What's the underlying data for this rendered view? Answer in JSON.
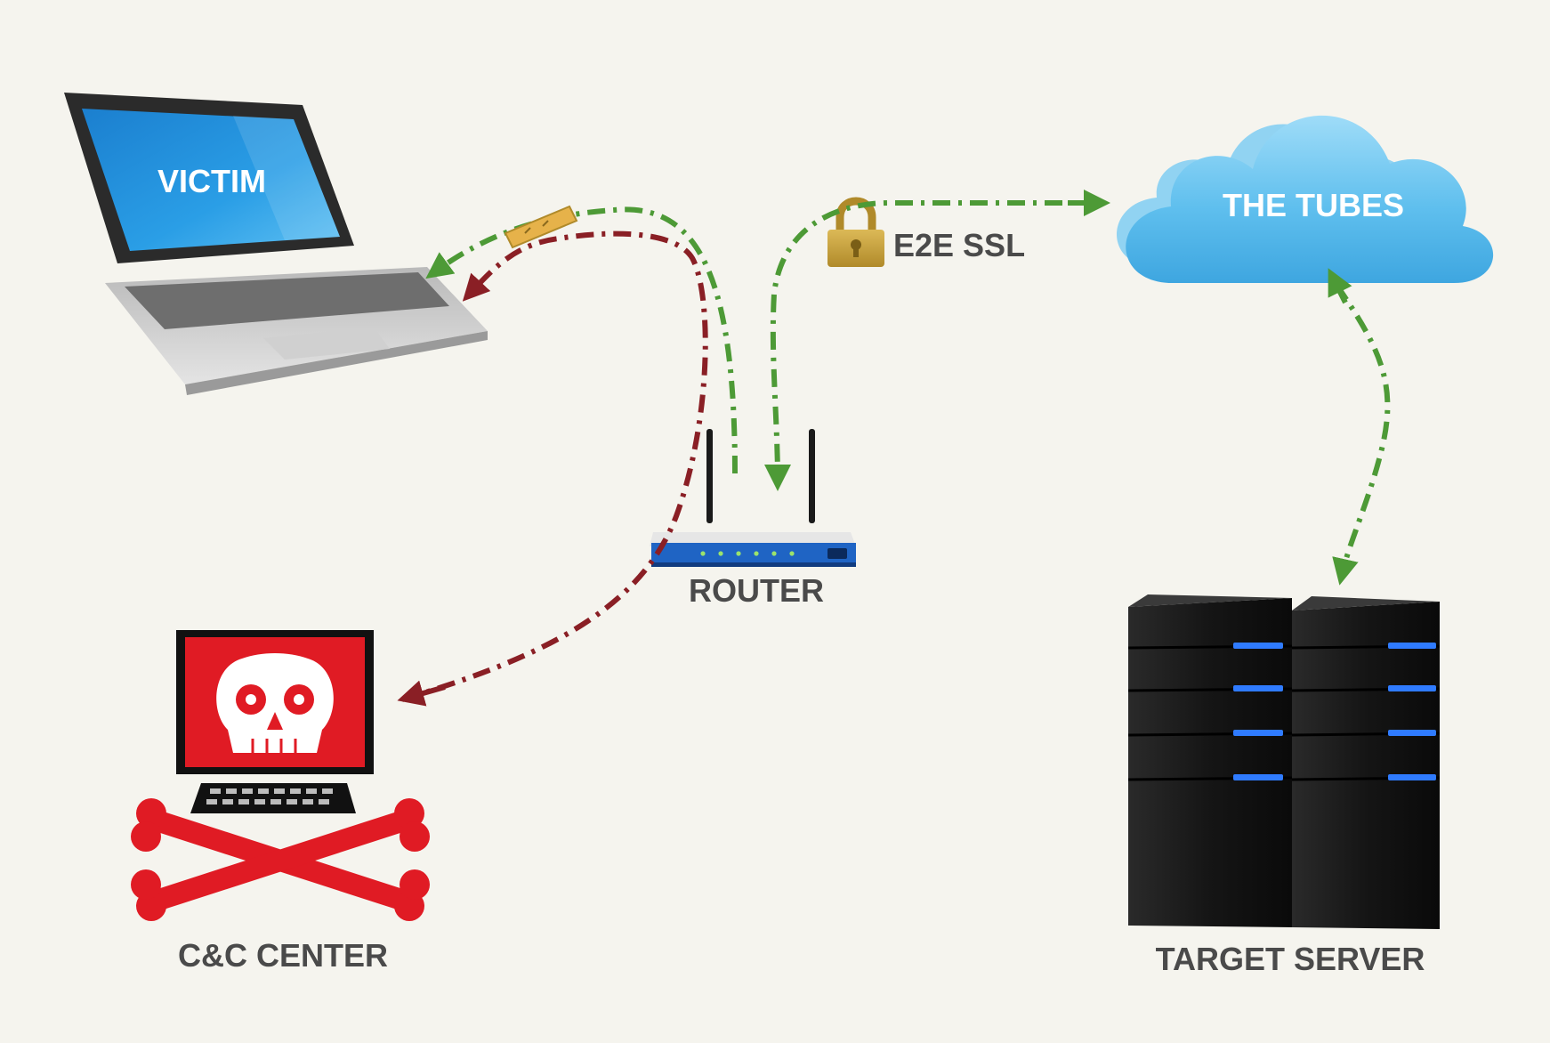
{
  "nodes": {
    "victim": {
      "label": "VICTIM"
    },
    "cloud": {
      "label": "THE TUBES"
    },
    "router": {
      "label": "ROUTER"
    },
    "cc": {
      "label": "C&C CENTER"
    },
    "server": {
      "label": "TARGET SERVER"
    }
  },
  "ssl": {
    "label": "E2E SSL"
  },
  "colors": {
    "background": "#f5f4ee",
    "label_dark": "#4a4a4a",
    "legit_flow": "#4d9a36",
    "malicious_flow": "#8a1f25",
    "screen_blue": "#1a8fd6",
    "cloud_blue": "#5fbfee",
    "cc_red": "#e01b24",
    "lock_gold": "#c9a23a",
    "server_led": "#2f7bff"
  }
}
